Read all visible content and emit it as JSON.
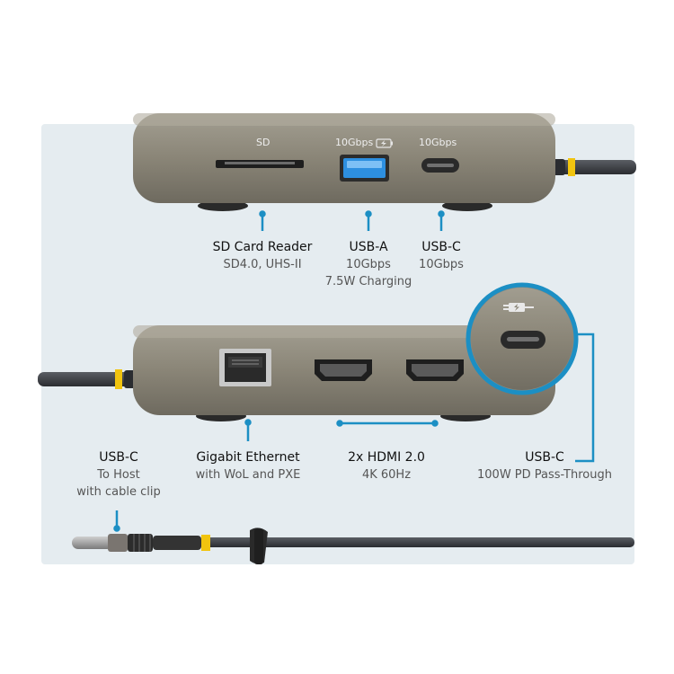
{
  "top_dock": {
    "port_labels": {
      "sd": "SD",
      "usb_a": "10Gbps",
      "usb_c": "10Gbps"
    },
    "callouts": {
      "sd": {
        "title": "SD Card Reader",
        "lines": [
          "SD4.0, UHS-II"
        ]
      },
      "usb_a": {
        "title": "USB-A",
        "lines": [
          "10Gbps",
          "7.5W Charging"
        ]
      },
      "usb_c": {
        "title": "USB-C",
        "lines": [
          "10Gbps"
        ]
      }
    }
  },
  "bottom_dock": {
    "callouts": {
      "ethernet": {
        "title": "Gigabit Ethernet",
        "lines": [
          "with WoL and PXE"
        ]
      },
      "hdmi": {
        "title": "2x HDMI 2.0",
        "lines": [
          "4K 60Hz"
        ]
      },
      "usb_c_pd": {
        "title": "USB-C",
        "lines": [
          "100W PD Pass-Through"
        ]
      }
    }
  },
  "cable": {
    "callout": {
      "title": "USB-C",
      "lines": [
        "To Host",
        "with cable clip"
      ]
    }
  },
  "colors": {
    "accent_line": "#1c8fc4",
    "cable_yellow": "#f1c40f",
    "dock_body": "#8a8577",
    "cable": "#3a3d42"
  }
}
